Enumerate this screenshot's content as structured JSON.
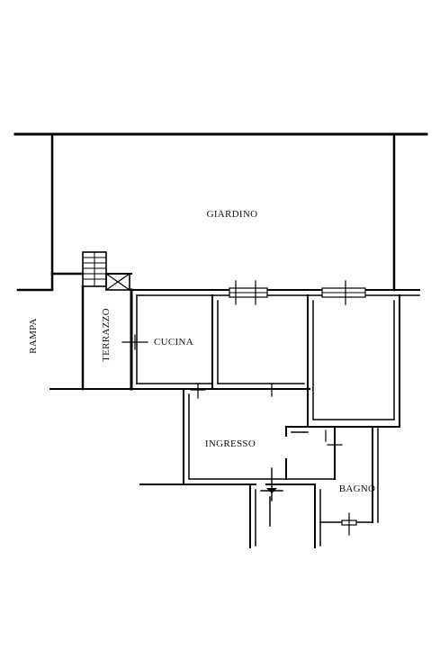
{
  "rooms": {
    "giardino": "GIARDINO",
    "rampa": "RAMPA",
    "terrazzo": "TERRAZZO",
    "cucina": "CUCINA",
    "ingresso": "INGRESSO",
    "bagno": "BAGNO"
  }
}
